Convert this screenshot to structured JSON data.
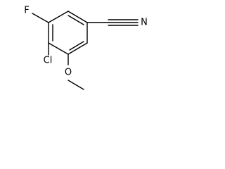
{
  "molecule": {
    "atoms": {
      "fluorine": "F",
      "chlorine": "Cl",
      "oxygen": "O",
      "nitrogen": "N"
    }
  }
}
